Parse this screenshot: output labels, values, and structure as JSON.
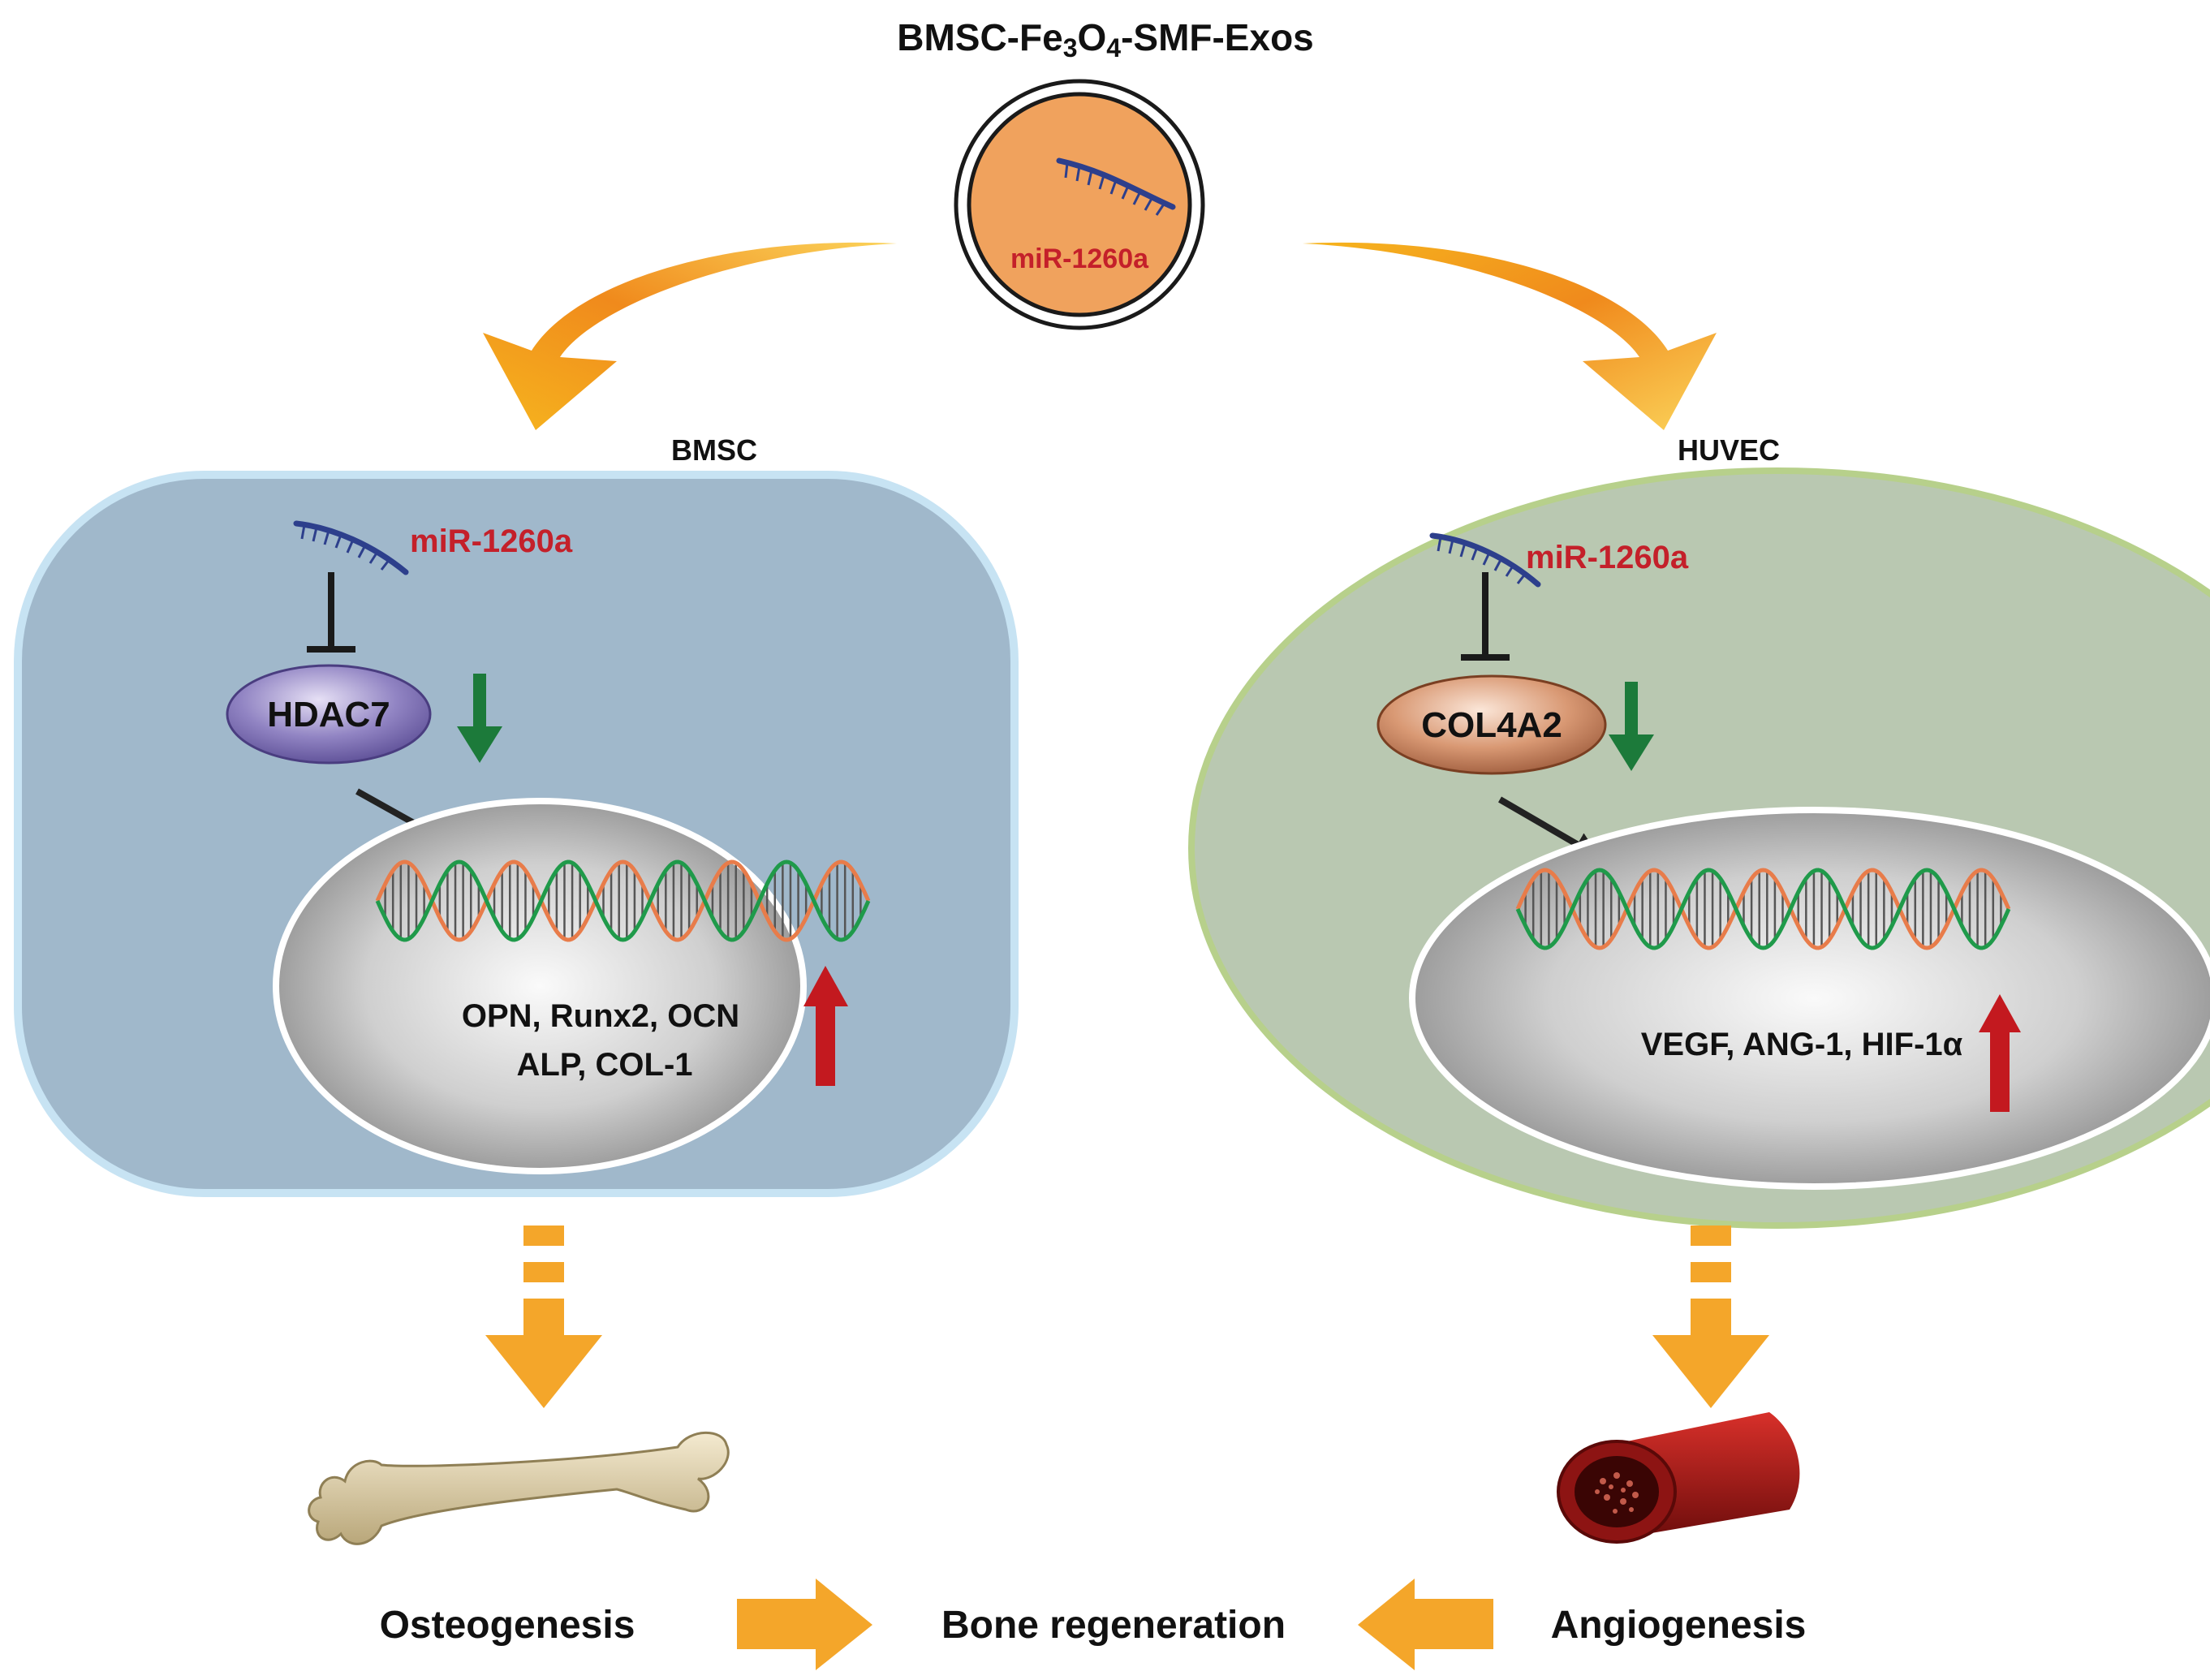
{
  "title": {
    "prefix": "BMSC-Fe",
    "sub1": "3",
    "mid": "O",
    "sub2": "4",
    "suffix": "-SMF-Exos"
  },
  "exosome": {
    "mirna_label": "miR-1260a"
  },
  "bmsc": {
    "cell_label": "BMSC",
    "mirna_label": "miR-1260a",
    "target_label": "HDAC7",
    "genes_line1": "OPN, Runx2, OCN",
    "genes_line2": "ALP, COL-1",
    "outcome_label": "Osteogenesis"
  },
  "huvec": {
    "cell_label": "HUVEC",
    "mirna_label": "miR-1260a",
    "target_label": "COL4A2",
    "genes_line1": "VEGF, ANG-1, HIF-1α",
    "outcome_label": "Angiogenesis"
  },
  "result_label": "Bone regeneration",
  "colors": {
    "bmsc_cell": "#a0b8cb",
    "bmsc_border": "#c7e3f3",
    "huvec_cell": "#b9c8b1",
    "huvec_border": "#b7d08b",
    "exosome_fill": "#f0a25d",
    "mirna_text": "#c4202a",
    "mirna_strand": "#2d3f8c",
    "hdac7_fill": "#8d7fbc",
    "col4a2_fill": "#d6966f",
    "flow_arrow": "#f4a62a",
    "down_arrow": "#1c7a3a",
    "up_arrow": "#c3191f"
  }
}
